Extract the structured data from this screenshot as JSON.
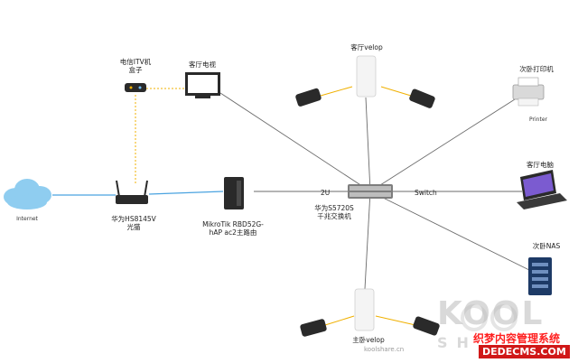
{
  "labels": {
    "itv_box": [
      "电信ITV机",
      "盒子"
    ],
    "living_tv": "客厅电视",
    "velop_living": "客厅velop",
    "printer_name": "次卧打印机",
    "printer_caption": "Printer",
    "living_pc": "客厅电脑",
    "second_nas": "次卧NAS",
    "internet": "Internet",
    "modem": [
      "华为HS8145V",
      "光猫"
    ],
    "router": [
      "MikroTik RBD52G-",
      "hAP ac2主路由"
    ],
    "switch_name": [
      "华为S5720S",
      "千兆交换机"
    ],
    "port_2u": "2U",
    "switch_word": "Switch",
    "velop_master": "主卧velop"
  },
  "watermark": {
    "site_url": "koolshare.cn",
    "logo_text": "KOOL",
    "logo_sub": "SH",
    "cms_cn": "织梦内容管理系统",
    "cms_url": "DEDECMS.COM"
  },
  "colors": {
    "line": "#6b6b6b",
    "wifi": "#f0b000",
    "internet": "#4aa3e0",
    "device": "#2a2a2a",
    "cloud": "#8fcdf0",
    "nas": "#1d3a66"
  }
}
